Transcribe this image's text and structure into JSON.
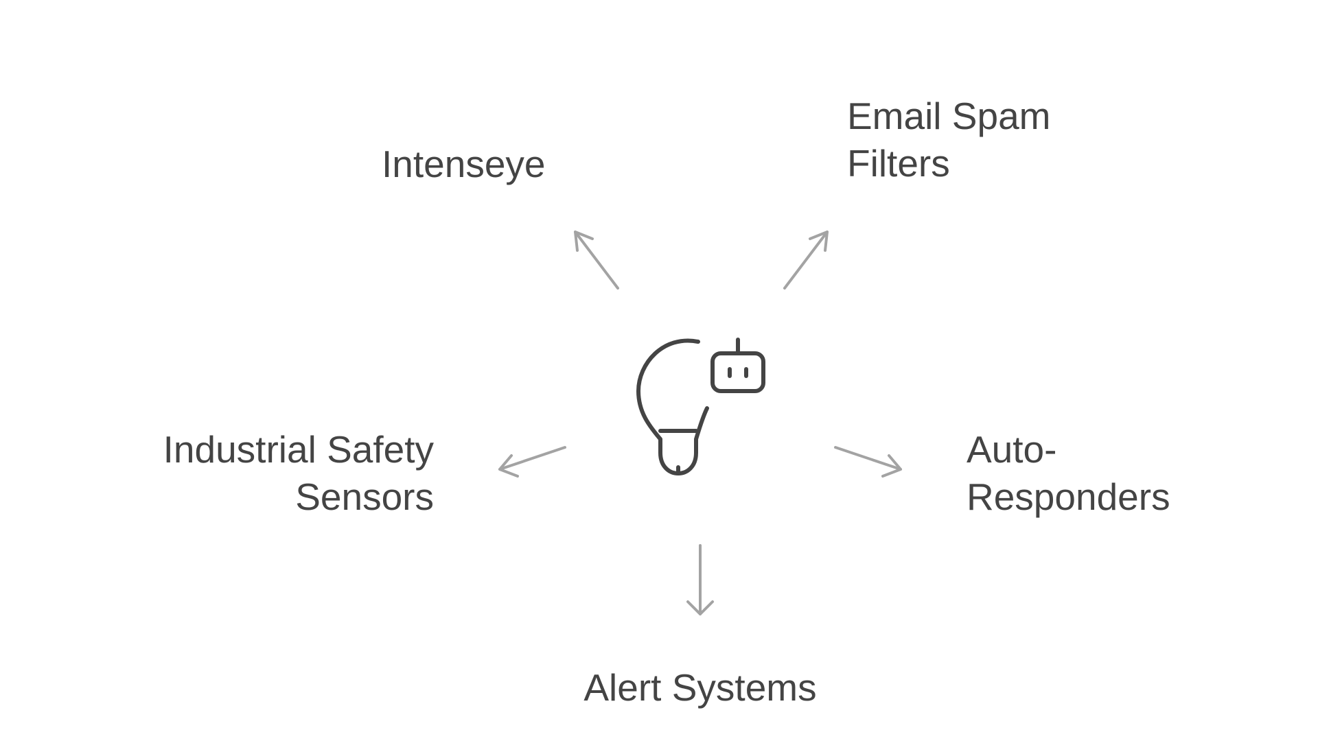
{
  "center": {
    "icon": "lightbulb-robot-icon"
  },
  "nodes": {
    "intenseye": {
      "lines": [
        "Intenseye"
      ]
    },
    "email_spam": {
      "lines": [
        "Email Spam",
        "Filters"
      ]
    },
    "industrial": {
      "lines": [
        "Industrial Safety",
        "Sensors"
      ]
    },
    "auto": {
      "lines": [
        "Auto-",
        "Responders"
      ]
    },
    "alert": {
      "lines": [
        "Alert Systems"
      ]
    }
  },
  "colors": {
    "text": "#444444",
    "arrow": "#a3a3a3",
    "icon": "#444444",
    "background": "#ffffff"
  }
}
